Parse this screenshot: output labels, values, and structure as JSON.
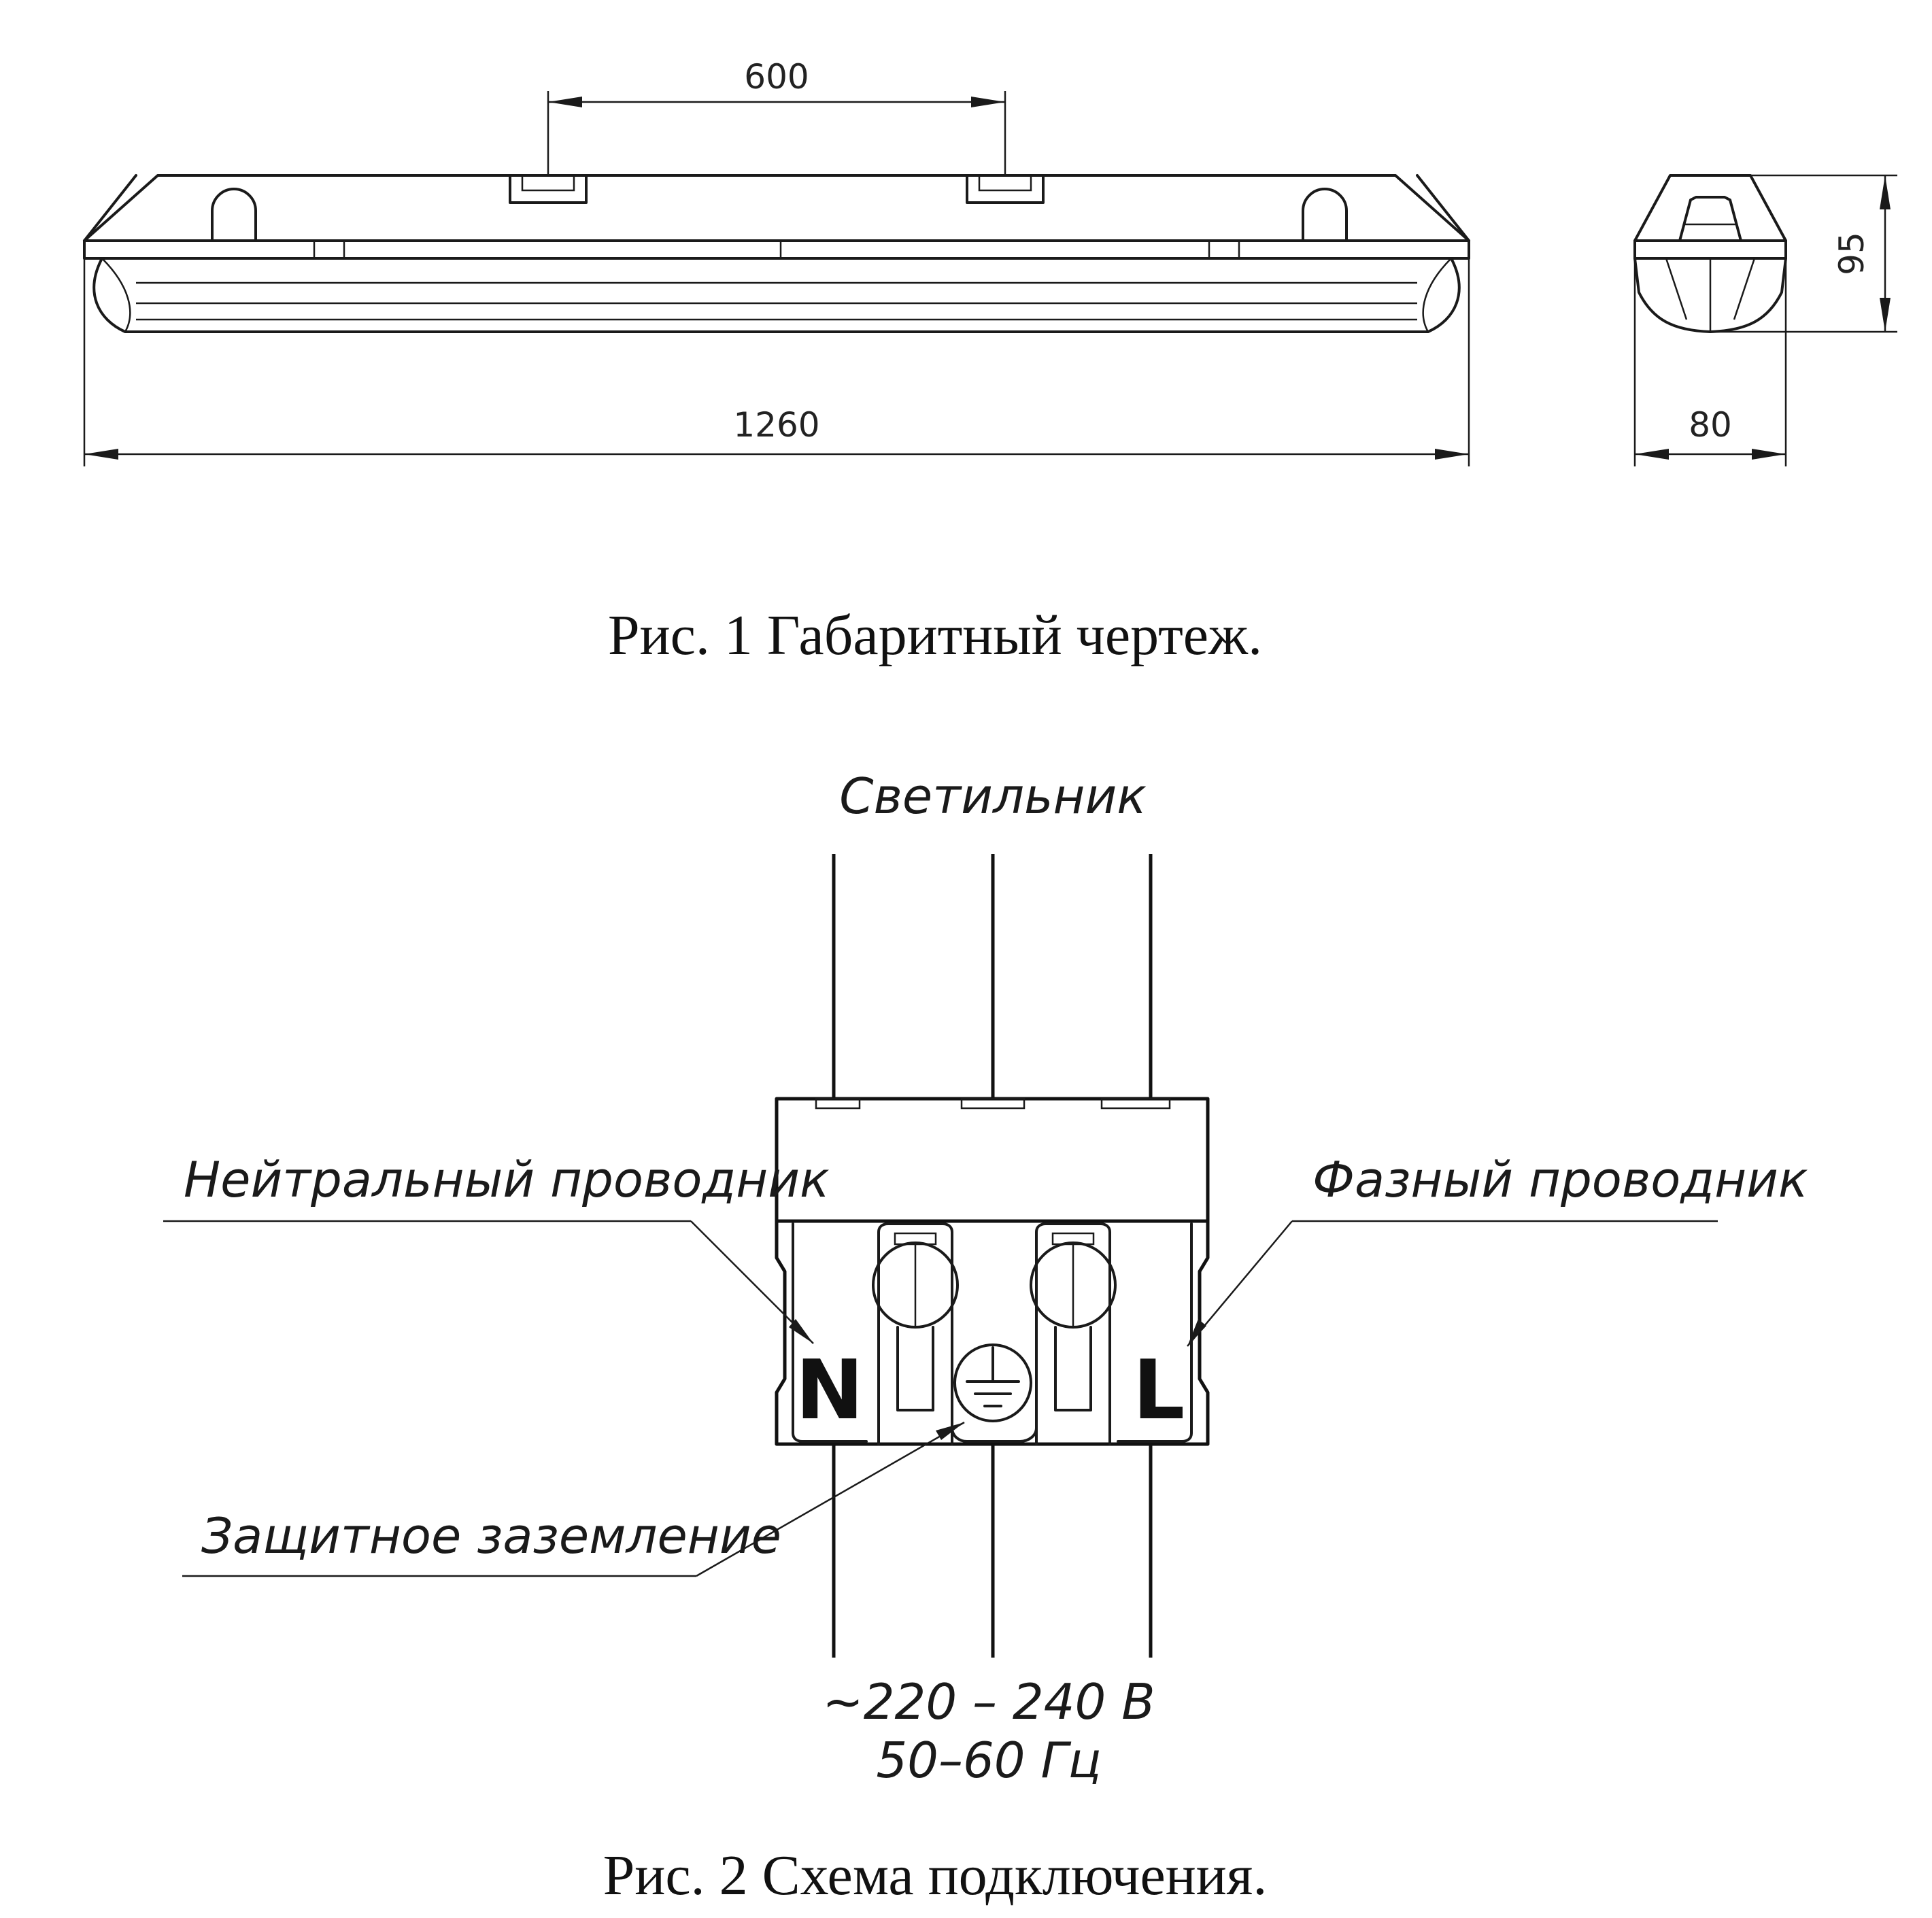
{
  "figure1": {
    "caption": "Рис. 1  Габаритный чертеж.",
    "dimensions": {
      "mount_spacing": "600",
      "length": "1260",
      "height": "95",
      "width": "80"
    }
  },
  "figure2": {
    "caption": "Рис. 2  Схема подключения.",
    "top_label": "Светильник",
    "neutral_label": "Нейтральный проводник",
    "phase_label": "Фазный проводник",
    "ground_label": "Защитное заземление",
    "terminal_n": "N",
    "terminal_l": "L",
    "supply_voltage": "~220 – 240 В",
    "supply_frequency": "50–60 Гц"
  }
}
